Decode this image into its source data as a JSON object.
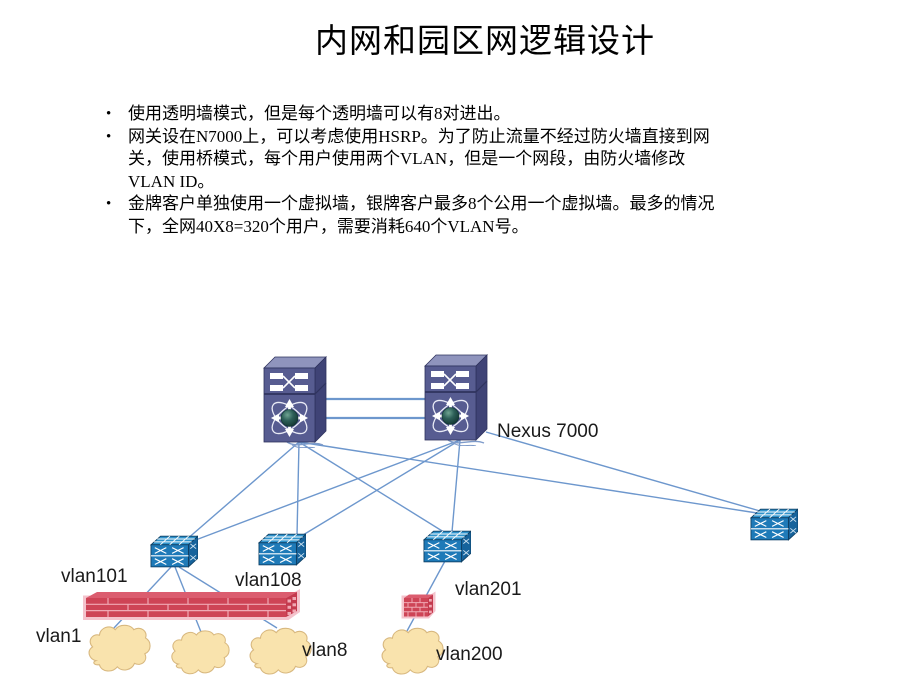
{
  "slide": {
    "title": "内网和园区网逻辑设计",
    "bullets": [
      "使用透明墙模式，但是每个透明墙可以有8对进出。",
      "网关设在N7000上，可以考虑使用HSRP。为了防止流量不经过防火墙直接到网关，使用桥模式，每个用户使用两个VLAN，但是一个网段，由防火墙修改VLAN ID。",
      "金牌客户单独使用一个虚拟墙，银牌客户最多8个公用一个虚拟墙。最多的情况下，全网40X8=320个用户，需要消耗640个VLAN号。"
    ]
  },
  "diagram": {
    "labels": {
      "nexus": "Nexus 7000",
      "vlan101": "vlan101",
      "vlan108": "vlan108",
      "vlan201": "vlan201",
      "vlan1": "vlan1",
      "vlan8": "vlan8",
      "vlan200": "vlan200"
    },
    "icons": {
      "core": "nexus7000-switch-icon",
      "access": "layer3-switch-icon",
      "firewall": "firewall-brick-wall-icon",
      "cloud": "network-cloud-icon"
    },
    "colors": {
      "link_line": "#6d97cd",
      "nexus_front": "#575c91",
      "nexus_top": "#8f94bd",
      "nexus_side": "#3f4376",
      "switch_top": "#2f93cc",
      "switch_front": "#1e7ab8",
      "switch_side": "#16639c",
      "firewall_brick": "#ce4456",
      "firewall_mortar": "#f0a9b4",
      "firewall_border": "#f4c3cc",
      "cloud_fill": "#f9e3ad",
      "cloud_stroke": "#d8b87f",
      "label_text": "#1a1a1a"
    }
  }
}
